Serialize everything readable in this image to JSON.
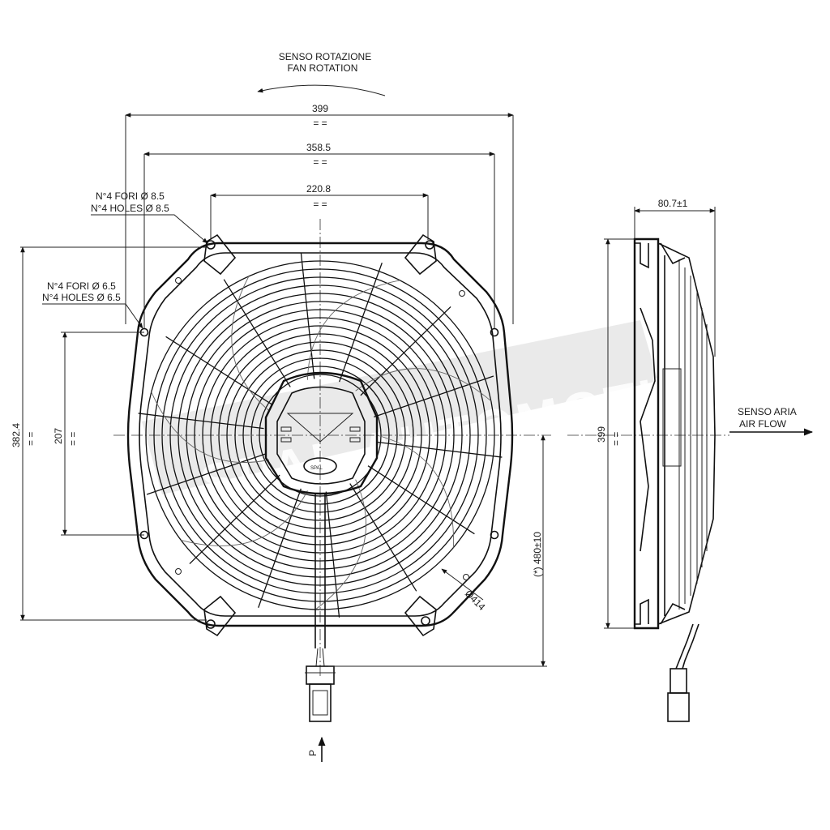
{
  "rotation": {
    "label_it": "SENSO ROTAZIONE",
    "label_en": "FAN ROTATION"
  },
  "dimensions": {
    "overall_width": "399",
    "hole_span_outer": "358.5",
    "hole_span_inner": "220.8",
    "overall_height": "382.4",
    "hole_vertical": "207",
    "cable_length": "(*) 480±10",
    "grille_diameter": "Ø414",
    "depth": "80.7±1",
    "side_height": "399",
    "equal_marks": "= ="
  },
  "holes": {
    "large_it": "N°4 FORI Ø 8.5",
    "large_en": "N°4 HOLES Ø 8.5",
    "small_it": "N°4 FORI Ø 6.5",
    "small_en": "N°4 HOLES Ø 6.5"
  },
  "airflow": {
    "label_it": "SENSO ARIA",
    "label_en": "AIR FLOW"
  },
  "connector": {
    "marker": "P"
  },
  "watermark": {
    "text": "SPAL AUTOMOTIVE"
  },
  "hub": {
    "brand": "SPAL"
  }
}
